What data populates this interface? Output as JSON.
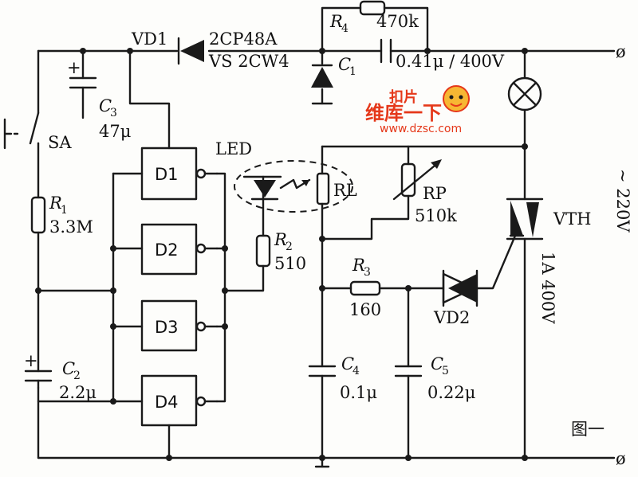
{
  "components": {
    "vd1_label": "VD1",
    "vd1_part": "2CP48A",
    "vs_label": "VS 2CW4",
    "r4_label": "R",
    "r4_sub": "4",
    "r4_value": "470k",
    "c1_label": "C",
    "c1_sub": "1",
    "c1_value": "0.41μ / 400V",
    "c3_label": "C",
    "c3_sub": "3",
    "c3_value": "47μ",
    "sa_label": "SA",
    "r1_label": "R",
    "r1_sub": "1",
    "r1_value": "3.3M",
    "c2_label": "C",
    "c2_sub": "2",
    "c2_value": "2.2μ",
    "d1_label": "D1",
    "d2_label": "D2",
    "d3_label": "D3",
    "d4_label": "D4",
    "led_label": "LED",
    "rl_label": "RL",
    "r2_label": "R",
    "r2_sub": "2",
    "r2_value": "510",
    "rp_label": "RP",
    "rp_value": "510k",
    "r3_label": "R",
    "r3_sub": "3",
    "r3_value": "160",
    "vd2_label": "VD2",
    "c4_label": "C",
    "c4_sub": "4",
    "c4_value": "0.1μ",
    "c5_label": "C",
    "c5_sub": "5",
    "c5_value": "0.22μ",
    "vth_label": "VTH",
    "vth_rating": "1A 400V",
    "supply_label": "~ 220V",
    "plus_c3": "+",
    "plus_c2": "+",
    "terminal_top": "ø",
    "terminal_bottom": "ø"
  },
  "figure_caption": "图一",
  "watermark": {
    "logo_text": "扣片",
    "brand_text": "维库一下",
    "url_text": "www.dzsc.com"
  }
}
